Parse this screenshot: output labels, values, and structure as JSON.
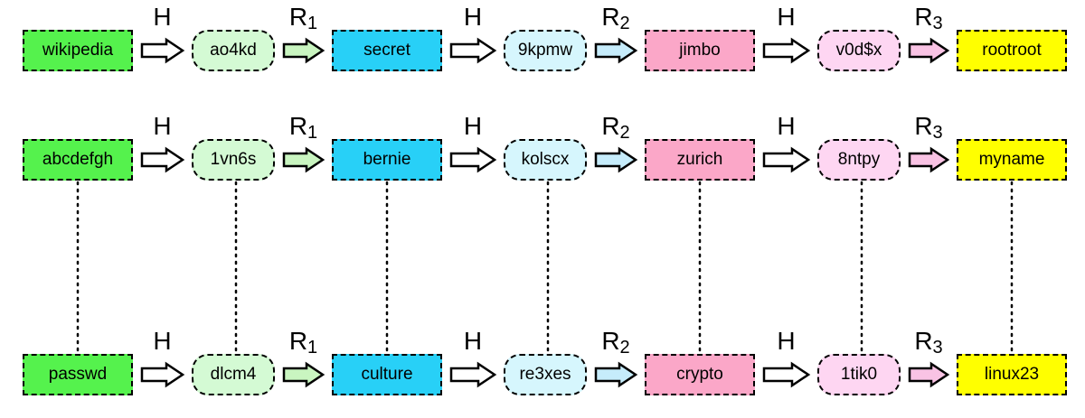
{
  "colors": {
    "plain": "#55f24d",
    "hash_1": "#d4fad4",
    "reduced_1": "#28d0f7",
    "hash_2": "#d6f6fd",
    "reduced_2": "#fba7c8",
    "hash_3": "#fed6f2",
    "reduced_3": "#ffff00",
    "arrow_r1": "#c9f5c0",
    "arrow_r2": "#c6ecfb",
    "arrow_r3": "#f9c3e4",
    "arrow_h": "#ffffff"
  },
  "operators": {
    "hash": "H",
    "reduce_letter": "R",
    "reduce_index": [
      "1",
      "2",
      "3"
    ]
  },
  "chains": [
    [
      "wikipedia",
      "ao4kd",
      "secret",
      "9kpmw",
      "jimbo",
      "v0d$x",
      "rootroot"
    ],
    [
      "abcdefgh",
      "1vn6s",
      "bernie",
      "kolscx",
      "zurich",
      "8ntpy",
      "myname"
    ],
    [
      "passwd",
      "dlcm4",
      "culture",
      "re3xes",
      "crypto",
      "1tik0",
      "linux23"
    ]
  ]
}
